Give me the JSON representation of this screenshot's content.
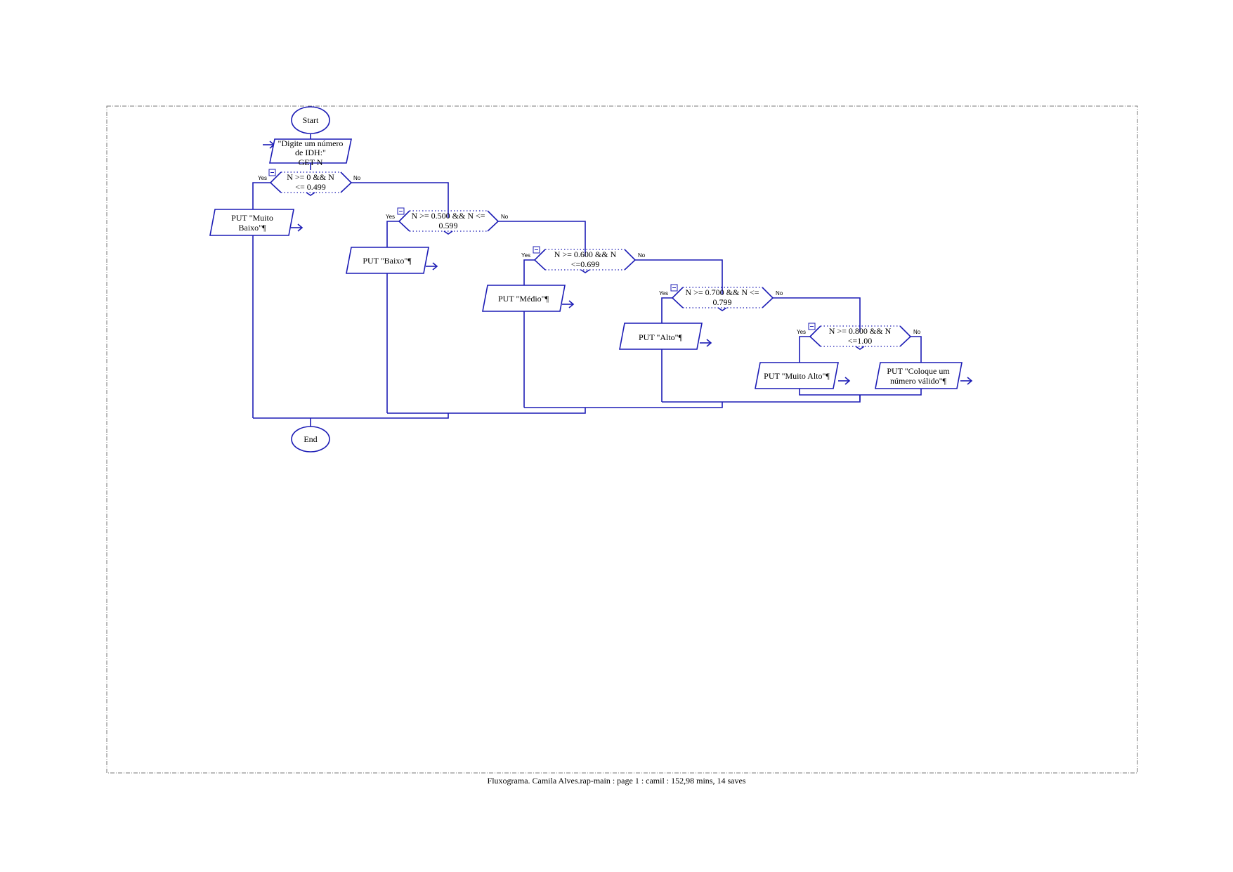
{
  "diagram": {
    "start_label": "Start",
    "end_label": "End",
    "input": {
      "lines": [
        "\"Digite um número",
        "de IDH:\"",
        "GET N"
      ]
    },
    "yes_label": "Yes",
    "no_label": "No",
    "decisions": [
      {
        "lines": [
          "N >= 0 && N",
          "<= 0.499"
        ]
      },
      {
        "lines": [
          "N >= 0.500 && N <=",
          "0.599"
        ]
      },
      {
        "lines": [
          "N >= 0.600 && N",
          "<=0.699"
        ]
      },
      {
        "lines": [
          "N >= 0.700 && N <=",
          "0.799"
        ]
      },
      {
        "lines": [
          "N >= 0.800 && N",
          "<=1.00"
        ]
      }
    ],
    "outputs": [
      {
        "lines": [
          "PUT \"Muito",
          "Baixo\"¶"
        ]
      },
      {
        "lines": [
          "PUT \"Baixo\"¶"
        ]
      },
      {
        "lines": [
          "PUT \"Médio\"¶"
        ]
      },
      {
        "lines": [
          "PUT \"Alto\"¶"
        ]
      },
      {
        "lines": [
          "PUT \"Muito Alto\"¶"
        ]
      },
      {
        "lines": [
          "PUT \"Coloque um",
          "número válido\"¶"
        ]
      }
    ],
    "colors": {
      "stroke": "#1c1cb5",
      "text": "#000000"
    }
  },
  "footer": "Fluxograma. Camila Alves.rap-main : page 1 : camil : 152,98 mins, 14 saves"
}
